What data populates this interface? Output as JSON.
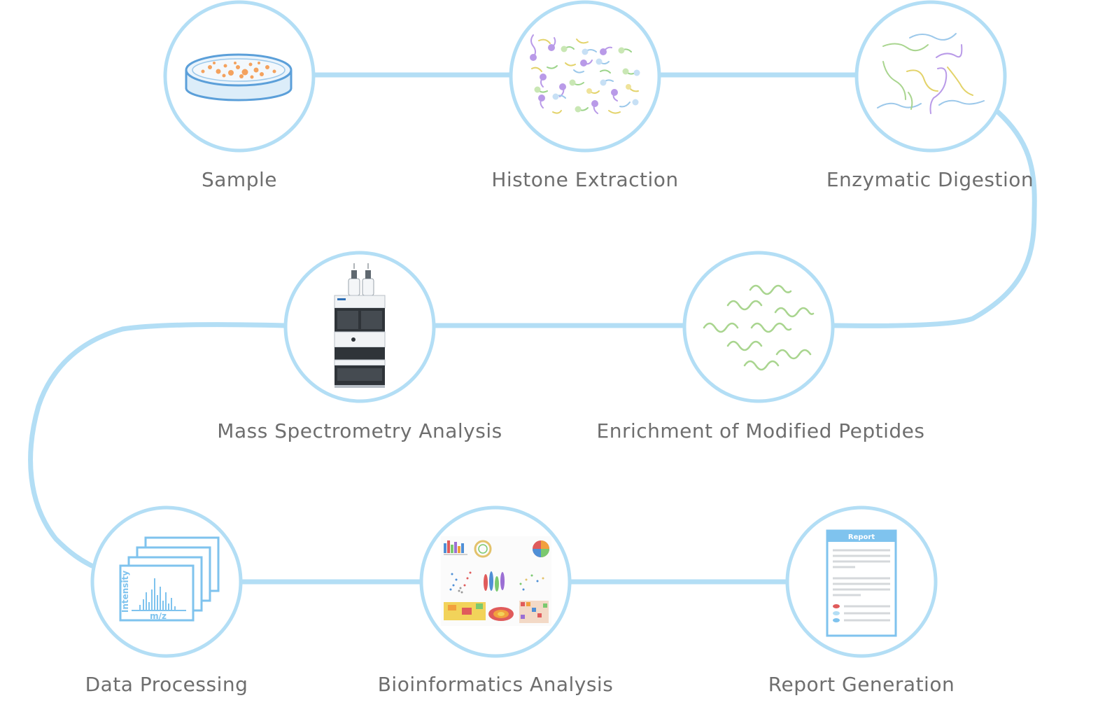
{
  "colors": {
    "connector": "#b3def5",
    "circle_stroke": "#b3def5",
    "label_text": "#6e6e6e",
    "accent_blue": "#7fc3ee",
    "petri_blue": "#5b9fd9",
    "colony_orange": "#f4a25e",
    "peptide_green": "#a9d58f"
  },
  "steps": [
    {
      "id": "sample",
      "label": "Sample",
      "icon": "petri-dish-icon"
    },
    {
      "id": "histone-extraction",
      "label": "Histone Extraction",
      "icon": "histone-molecules-icon"
    },
    {
      "id": "enzymatic-digestion",
      "label": "Enzymatic Digestion",
      "icon": "peptide-fragments-icon"
    },
    {
      "id": "enrichment",
      "label": "Enrichment of Modified Peptides",
      "icon": "modified-peptides-icon"
    },
    {
      "id": "mass-spectrometry",
      "label": "Mass Spectrometry Analysis",
      "icon": "lc-ms-instrument-icon"
    },
    {
      "id": "data-processing",
      "label": "Data Processing",
      "icon": "spectra-stack-icon"
    },
    {
      "id": "bioinformatics",
      "label": "Bioinformatics Analysis",
      "icon": "analysis-charts-icon"
    },
    {
      "id": "report-generation",
      "label": "Report Generation",
      "icon": "report-document-icon"
    }
  ],
  "icon_text": {
    "spectrum_ylabel": "Intensity",
    "spectrum_xlabel": "m/z",
    "report_title": "Report"
  }
}
